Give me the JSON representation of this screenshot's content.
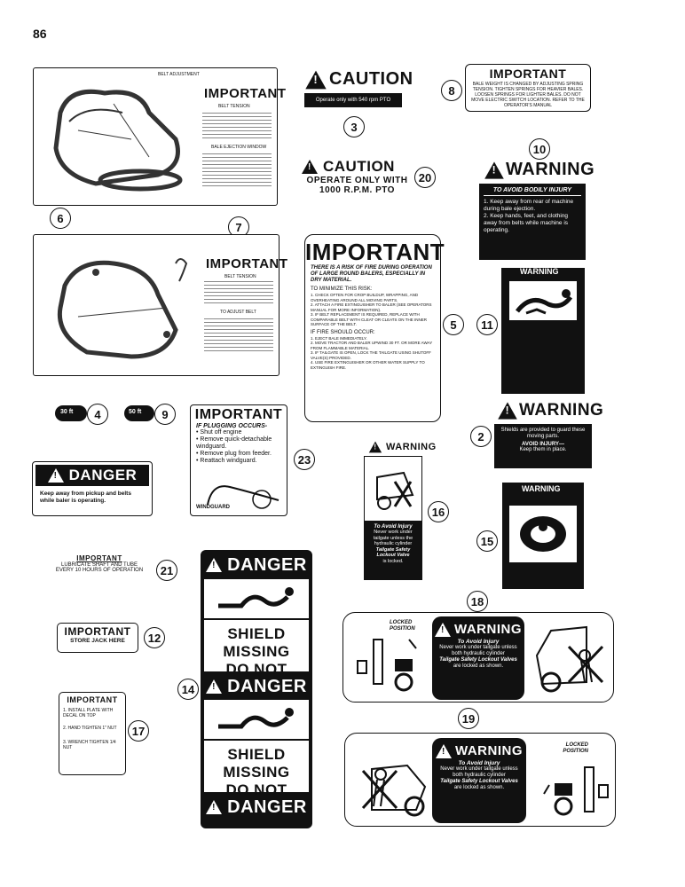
{
  "page_number": "86",
  "decals": {
    "d3": {
      "num": "3",
      "title": "CAUTION",
      "text": "Operate only with 540 rpm PTO"
    },
    "d8": {
      "num": "8",
      "title": "IMPORTANT",
      "text": "BALE WEIGHT IS CHANGED BY ADJUSTING SPRING TENSION. TIGHTEN SPRINGS FOR HEAVIER BALES. LOOSEN SPRINGS FOR LIGHTER BALES. DO NOT MOVE ELECTRIC SWITCH LOCATION. REFER TO THE OPERATOR'S MANUAL"
    },
    "d6": {
      "num": "6",
      "title": "IMPORTANT",
      "sub1": "BELT ADJUSTMENT",
      "sub2": "BELT TENSION",
      "sub3": "BALE EJECTION WINDOW"
    },
    "d7": {
      "num": "7",
      "title": "IMPORTANT",
      "sub1": "BELT TENSION",
      "sub2": "TO ADJUST BELT"
    },
    "d20": {
      "num": "20",
      "title": "CAUTION",
      "line1": "OPERATE ONLY WITH",
      "line2": "1000 R.P.M. PTO"
    },
    "d10": {
      "num": "10",
      "title": "WARNING",
      "head": "TO AVOID BODILY INJURY",
      "item1": "1. Keep away from rear of machine during bale ejection.",
      "item2": "2. Keep hands, feet, and clothing away from belts while machine is operating."
    },
    "d5": {
      "num": "5",
      "title": "IMPORTANT",
      "lead": "THERE IS A RISK OF FIRE DURING OPERATION OF LARGE ROUND BALERS, ESPECIALLY IN DRY MATERIAL.",
      "minimize": "TO MINIMIZE THIS RISK:",
      "m1": "1. CHECK OFTEN FOR CROP BUILDUP, WRAPPING, AND OVERHEATING AROUND ALL MOVING PARTS.",
      "m2": "2. ATTACH A FIRE EXTINGUISHER TO BALER (SEE OPERATORS MANUAL FOR MORE INFORMATION).",
      "m3": "3. IF BELT REPLACEMENT IS REQUIRED, REPLACE WITH COMPARABLE BELT WITH CLEAT OR CLEATS ON THE INNER SURFACE OF THE BELT.",
      "fire": "IF FIRE SHOULD OCCUR:",
      "f1": "1. EJECT BALE IMMEDIATELY.",
      "f2": "2. MOVE TRACTOR AND BALER UPWIND 30 FT. OR MORE AWAY FROM FLAMMABLE MATERIAL.",
      "f3": "3. IF TAILGATE IS OPEN, LOCK THE TAILGATE USING SHUTOFF VALVE(S) PROVIDED.",
      "f4": "4. USE FIRE EXTINGUISHER OR OTHER WATER SUPPLY TO EXTINGUISH FIRE."
    },
    "d11": {
      "num": "11",
      "title": "WARNING"
    },
    "d4": {
      "num": "4",
      "label": "30 ft"
    },
    "d9": {
      "num": "9",
      "label": "50 ft"
    },
    "d23": {
      "num": "23",
      "title": "IMPORTANT",
      "head": "IF PLUGGING OCCURS-",
      "b1": "• Shut off engine",
      "b2": "• Remove quick-detachable windguard.",
      "b3": "• Remove plug from feeder.",
      "b4": "• Reattach windguard.",
      "foot": "WINDGUARD"
    },
    "d2": {
      "num": "2",
      "title": "WARNING",
      "line1": "Shields are provided to guard these moving parts.",
      "line2": "AVOID INJURY—",
      "line3": "Keep them in place."
    },
    "dDanger": {
      "title": "DANGER",
      "text": "Keep away from pickup and belts while baler is operating."
    },
    "d16": {
      "num": "16",
      "title": "WARNING",
      "head": "To Avoid Injury",
      "text": "Never work under tailgate unless the hydraulic cylinder",
      "bold": "Tailgate Safety Lockout Valve",
      "end": "is locked."
    },
    "d15": {
      "num": "15",
      "title": "WARNING"
    },
    "d21": {
      "num": "21",
      "title": "IMPORTANT",
      "line1": "LUBRICATE SHAFT AND TUBE",
      "line2": "EVERY 10 HOURS OF OPERATION"
    },
    "d14": {
      "num": "14",
      "danger": "DANGER",
      "line1": "SHIELD MISSING",
      "line2": "DO NOT OPERATE"
    },
    "d18": {
      "num": "18",
      "locked": "LOCKED POSITION",
      "title": "WARNING",
      "head": "To Avoid Injury",
      "text": "Never work under tailgate unless both hydraulic cylinder",
      "bold": "Tailgate Safety Lockout Valves",
      "end": "are locked as shown."
    },
    "d12": {
      "num": "12",
      "title": "IMPORTANT",
      "text": "STORE JACK HERE"
    },
    "d17": {
      "num": "17",
      "title": "IMPORTANT",
      "s1": "1. INSTALL PLATE WITH DECAL ON TOP",
      "s2": "2. HAND TIGHTEN 1\" NUT",
      "s3": "3. WRENCH TIGHTEN 1/4 NUT"
    },
    "d19": {
      "num": "19",
      "locked": "LOCKED POSITION",
      "title": "WARNING",
      "head": "To Avoid Injury",
      "text": "Never work under tailgate unless both hydraulic cylinder",
      "bold": "Tailgate Safety Lockout Valves",
      "end": "are locked as shown."
    }
  }
}
